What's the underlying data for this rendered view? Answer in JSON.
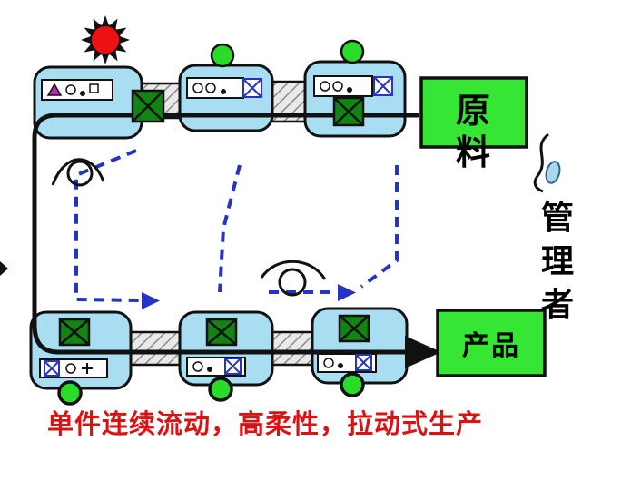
{
  "diagram": {
    "caption": "单件连续流动，高柔性，拉动式生产",
    "raw_material_label": "原料",
    "product_label": "产品",
    "manager_label": "管理者"
  },
  "colors": {
    "station_fill": "#a8ddf2",
    "goods_box_green": "#35e635",
    "indicator_green": "#2adb2a",
    "alarm_red": "#ee1111",
    "pull_signal_blue": "#2534c4",
    "kanban_green": "#128412",
    "caption_red": "#dd1111",
    "flow_line_black": "#111111"
  },
  "icons": {
    "alarm_light": "sunburst-star",
    "andon_light": "green-circle",
    "kanban_square": "green-x-square",
    "conveyor": "hatched-belt",
    "observer": "eye-curve-circle",
    "manager_figure": "comma-curve-with-oval"
  }
}
